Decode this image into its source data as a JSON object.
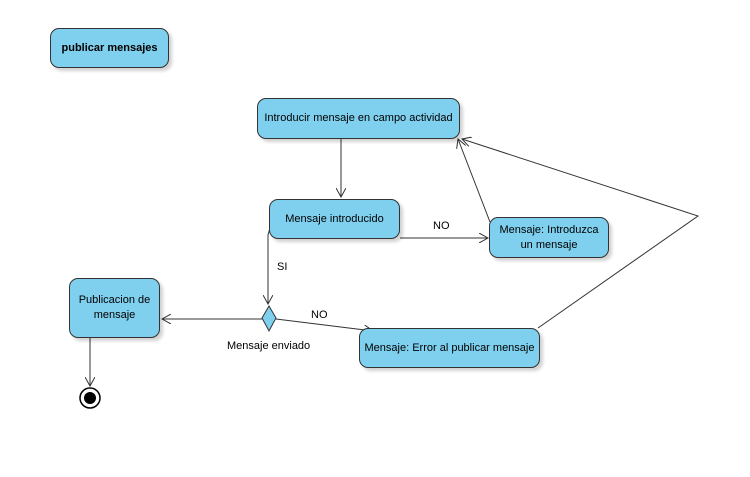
{
  "diagram": {
    "title": "publicar mensajes",
    "nodes": {
      "introducir": "Introducir mensaje en campo actividad",
      "introducido": "Mensaje introducido",
      "introduzca": "Mensaje: Introduzca un mensaje",
      "publicacion": "Publicacion de mensaje",
      "error": "Mensaje: Error al publicar mensaje"
    },
    "decision_label": "Mensaje enviado",
    "edge_labels": {
      "no_1": "NO",
      "si": "SI",
      "no_2": "NO"
    },
    "colors": {
      "node_fill": "#7fd0ee",
      "node_border": "#333333",
      "edge": "#333333"
    }
  }
}
